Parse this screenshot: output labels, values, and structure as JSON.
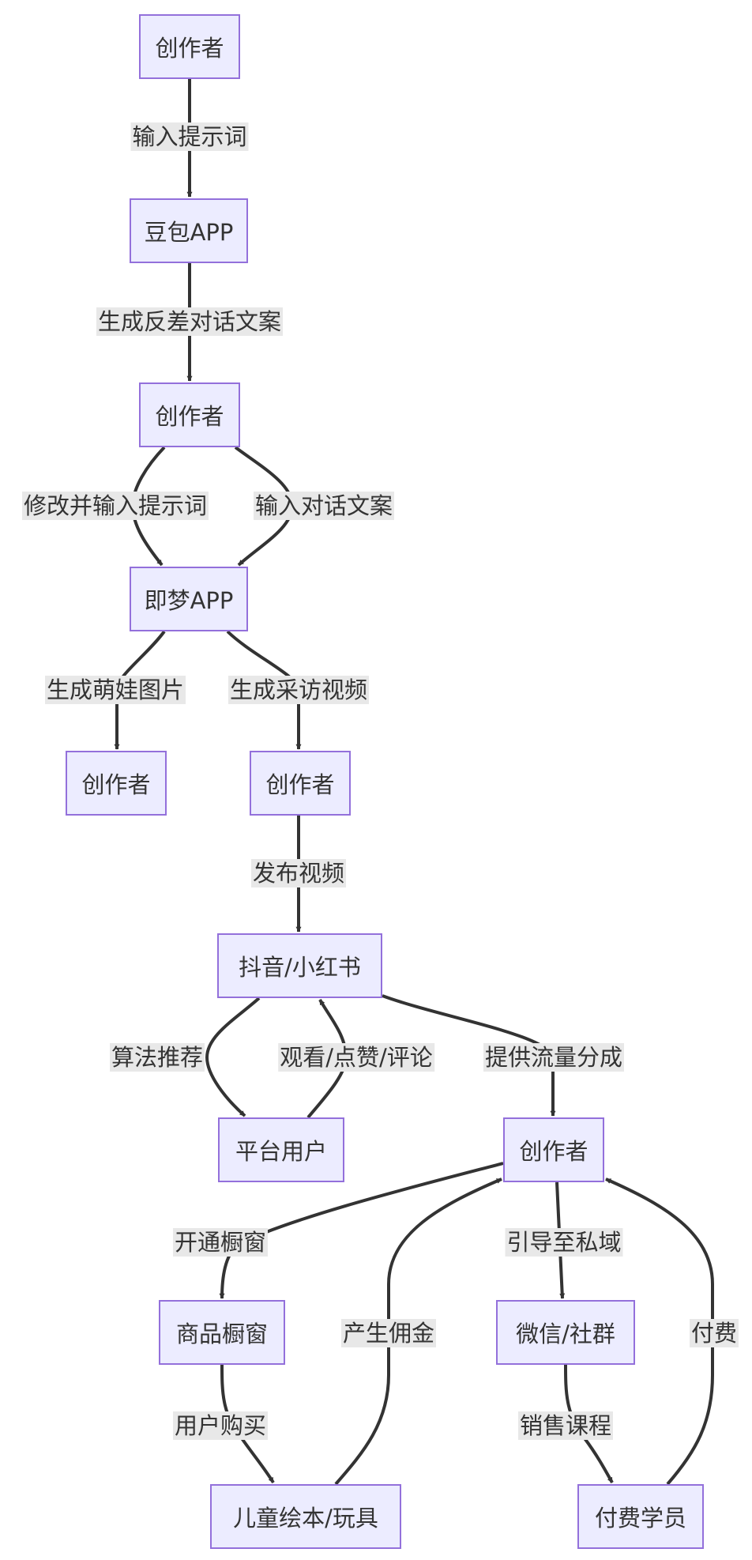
{
  "flowchart": {
    "nodes": [
      {
        "id": "n1",
        "label": "创作者"
      },
      {
        "id": "n2",
        "label": "豆包APP"
      },
      {
        "id": "n3",
        "label": "创作者"
      },
      {
        "id": "n4",
        "label": "即梦APP"
      },
      {
        "id": "n5",
        "label": "创作者"
      },
      {
        "id": "n6",
        "label": "创作者"
      },
      {
        "id": "n7",
        "label": "抖音/小红书"
      },
      {
        "id": "n8",
        "label": "平台用户"
      },
      {
        "id": "n9",
        "label": "创作者"
      },
      {
        "id": "n10",
        "label": "商品橱窗"
      },
      {
        "id": "n11",
        "label": "微信/社群"
      },
      {
        "id": "n12",
        "label": "儿童绘本/玩具"
      },
      {
        "id": "n13",
        "label": "付费学员"
      }
    ],
    "edges": [
      {
        "id": "e1",
        "from": "n1",
        "to": "n2",
        "label": "输入提示词"
      },
      {
        "id": "e2",
        "from": "n2",
        "to": "n3",
        "label": "生成反差对话文案"
      },
      {
        "id": "e3",
        "from": "n3",
        "to": "n4",
        "label": "修改并输入提示词"
      },
      {
        "id": "e4",
        "from": "n3",
        "to": "n4",
        "label": "输入对话文案"
      },
      {
        "id": "e5",
        "from": "n4",
        "to": "n5",
        "label": "生成萌娃图片"
      },
      {
        "id": "e6",
        "from": "n4",
        "to": "n6",
        "label": "生成采访视频"
      },
      {
        "id": "e7",
        "from": "n6",
        "to": "n7",
        "label": "发布视频"
      },
      {
        "id": "e8",
        "from": "n7",
        "to": "n8",
        "label": "算法推荐"
      },
      {
        "id": "e9",
        "from": "n8",
        "to": "n7",
        "label": "观看/点赞/评论"
      },
      {
        "id": "e10",
        "from": "n7",
        "to": "n9",
        "label": "提供流量分成"
      },
      {
        "id": "e11",
        "from": "n9",
        "to": "n10",
        "label": "开通橱窗"
      },
      {
        "id": "e12",
        "from": "n9",
        "to": "n11",
        "label": "引导至私域"
      },
      {
        "id": "e13",
        "from": "n10",
        "to": "n12",
        "label": "用户购买"
      },
      {
        "id": "e14",
        "from": "n12",
        "to": "n9",
        "label": "产生佣金"
      },
      {
        "id": "e15",
        "from": "n11",
        "to": "n13",
        "label": "销售课程"
      },
      {
        "id": "e16",
        "from": "n13",
        "to": "n9",
        "label": "付费"
      }
    ]
  }
}
